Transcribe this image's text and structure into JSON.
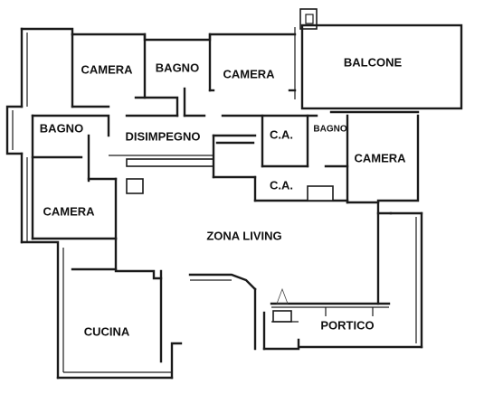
{
  "rooms": {
    "camera_top_left": "CAMERA",
    "bagno_top": "BAGNO",
    "camera_top_center": "CAMERA",
    "balcone": "BALCONE",
    "bagno_left": "BAGNO",
    "disimpegno": "DISIMPEGNO",
    "ca_upper": "C.A.",
    "bagno_small": "BAGNO",
    "camera_right": "CAMERA",
    "ca_lower": "C.A.",
    "camera_left": "CAMERA",
    "zona_living": "ZONA LIVING",
    "cucina": "CUCINA",
    "portico": "PORTICO"
  }
}
